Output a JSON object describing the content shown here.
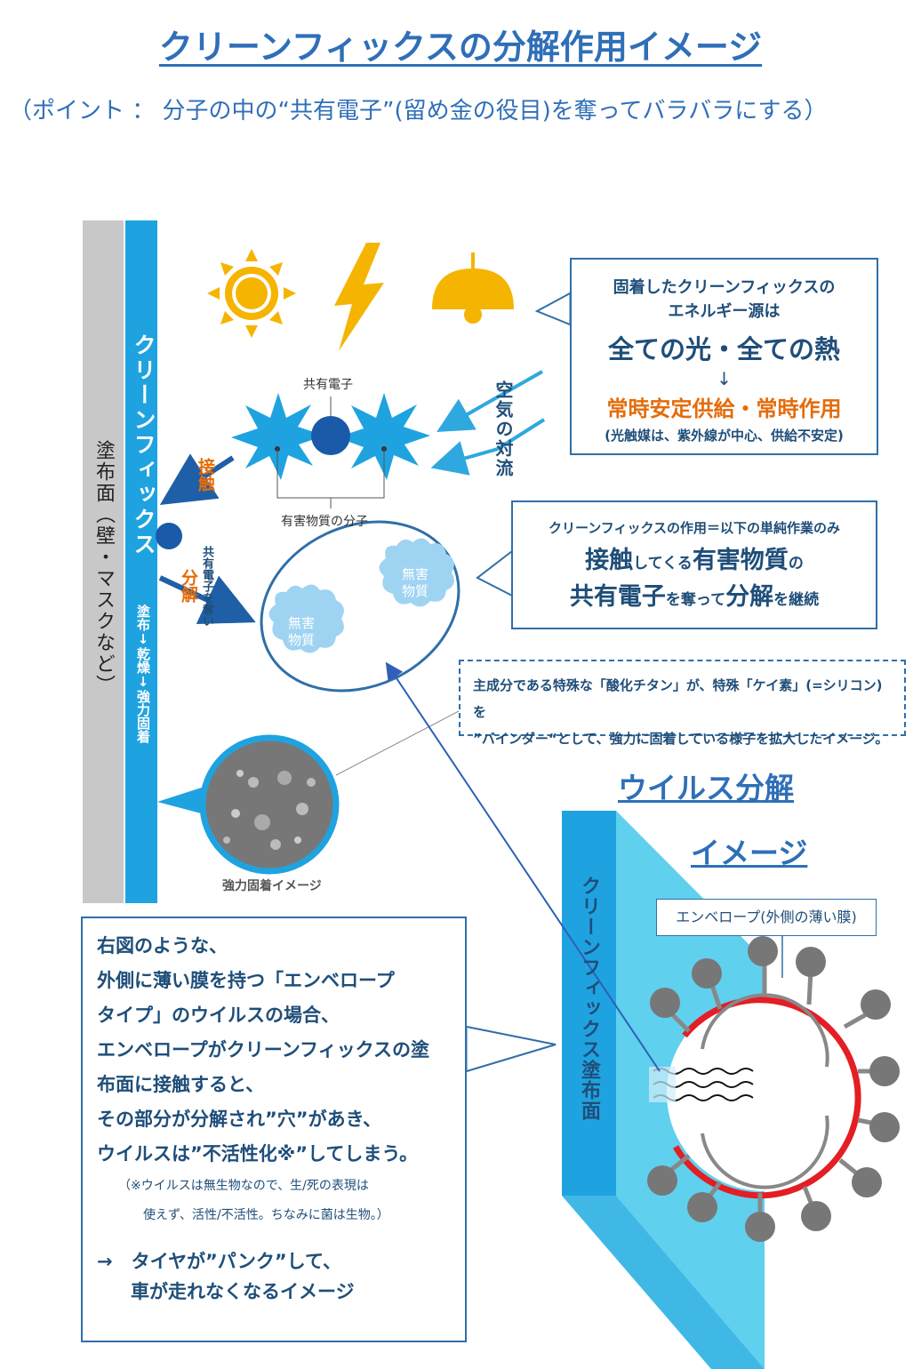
{
  "title": "クリーンフィックスの分解作用イメージ",
  "subtitle": "（ポイント ： 分子の中の“共有電子”(留め金の役目)を奪ってバラバラにする）",
  "wall": {
    "surface_label": "塗布面（壁・マスクなど）",
    "coating_label": "クリーンフィックス",
    "coating_sub": "塗布↓乾燥↓強力固着"
  },
  "energy_box": {
    "line1": "固着したクリーンフィックスの",
    "line2": "エネルギー源は",
    "headline": "全ての光・全ての熱",
    "arrow": "↓",
    "supply": "常時安定供給・常時作用",
    "note": "(光触媒は、紫外線が中心、供給不安定)"
  },
  "diagram": {
    "shared_electron": "共有電子",
    "harmful_molecule": "有害物質の分子",
    "convection": "空気の対流",
    "contact": "接触",
    "decompose": "分解",
    "steal_label": "共有電子を奪い",
    "harmless": "無害物質",
    "fixation_image": "強力固着イメージ"
  },
  "action_box": {
    "title": "クリーンフィックスの作用＝以下の単純作業のみ",
    "l1a": "接触",
    "l1b": "してくる",
    "l1c": "有害物質",
    "l1d": "の",
    "l2a": "共有電子",
    "l2b": "を奪って",
    "l2c": "分解",
    "l2d": "を継続"
  },
  "binder_box": {
    "line1": "主成分である特殊な「酸化チタン」が、特殊「ケイ素」(=シリコン)を",
    "line2": "”バインダー“として、強力に固着している様子を拡大したイメージ。"
  },
  "virus": {
    "title1": "ウイルス分解",
    "title2": "イメージ",
    "envelope_label": "エンベロープ(外側の薄い膜)",
    "panel_label": "クリーンフィックス塗布面"
  },
  "virus_box": {
    "p1": "右図のような、",
    "p2": "外側に薄い膜を持つ「エンベロープ",
    "p3": "タイプ」のウイルスの場合、",
    "p4": "エンベロープがクリーンフィックスの塗",
    "p5": "布面に接触すると、",
    "p6": "その部分が分解され”穴”があき、",
    "p7": "ウイルスは”不活性化※”してしまう。",
    "n1": "（※ウイルスは無生物なので、生/死の表現は",
    "n2": "使えず、活性/不活性。ちなみに菌は生物。）",
    "t1": "→　タイヤが”パンク”して、",
    "t2": "車が走れなくなるイメージ"
  },
  "colors": {
    "title_blue": "#2f6fb8",
    "text_navy": "#1f4e79",
    "coating_blue": "#1fa3e0",
    "wall_gray": "#c8c8c8",
    "orange": "#e46c0a",
    "sun": "#f5b400",
    "envelope_red": "#e31e24"
  },
  "icons": [
    "sun-icon",
    "lightning-icon",
    "lamp-icon",
    "tire-icon"
  ]
}
